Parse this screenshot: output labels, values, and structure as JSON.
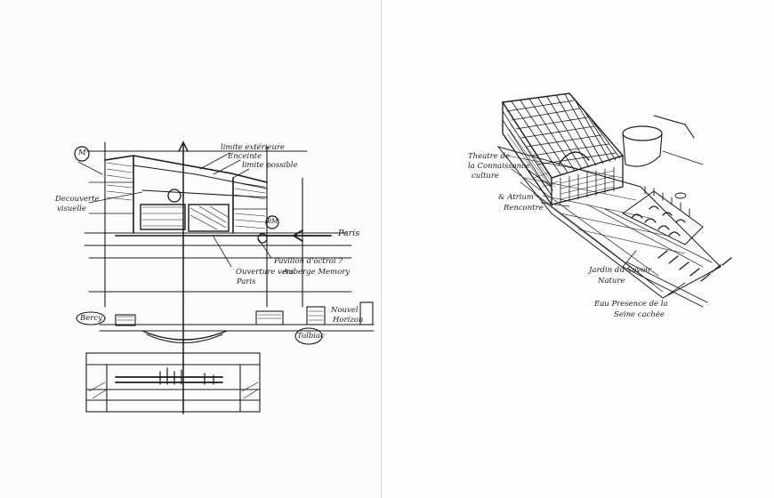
{
  "left_sketch": {
    "labels": {
      "limite_ext_1": "limite extérieure",
      "enceinte": "Enceinte",
      "limite_possible": "limite possible",
      "decouverte_1": "Decouverte",
      "decouverte_2": "visuelle",
      "paris": "Paris",
      "pavillon_1": "Pavillon d'octroi ?",
      "pavillon_2": "Auberge Memory",
      "ouverture_1": "Ouverture vers",
      "ouverture_2": "Paris",
      "nouvel_1": "Nouvel",
      "nouvel_2": "Horizon",
      "bercy": "Bercy",
      "tolbiac": "Tolbiac",
      "circle_m": "M",
      "circle_bm": "BM"
    }
  },
  "right_sketch": {
    "labels": {
      "theatre_1": "Theatre de",
      "theatre_2": "la Connaissance",
      "theatre_3": "culture",
      "atrium_1": "& Atrium",
      "atrium_2": "Rencontre",
      "jardin_1": "Jardin du Savoir",
      "jardin_2": "Nature",
      "eau_1": "Eau Presence de la",
      "eau_2": "Seine cachée"
    }
  },
  "colors": {
    "ink": "#1a1a1a",
    "paper": "#fdfdfd"
  }
}
